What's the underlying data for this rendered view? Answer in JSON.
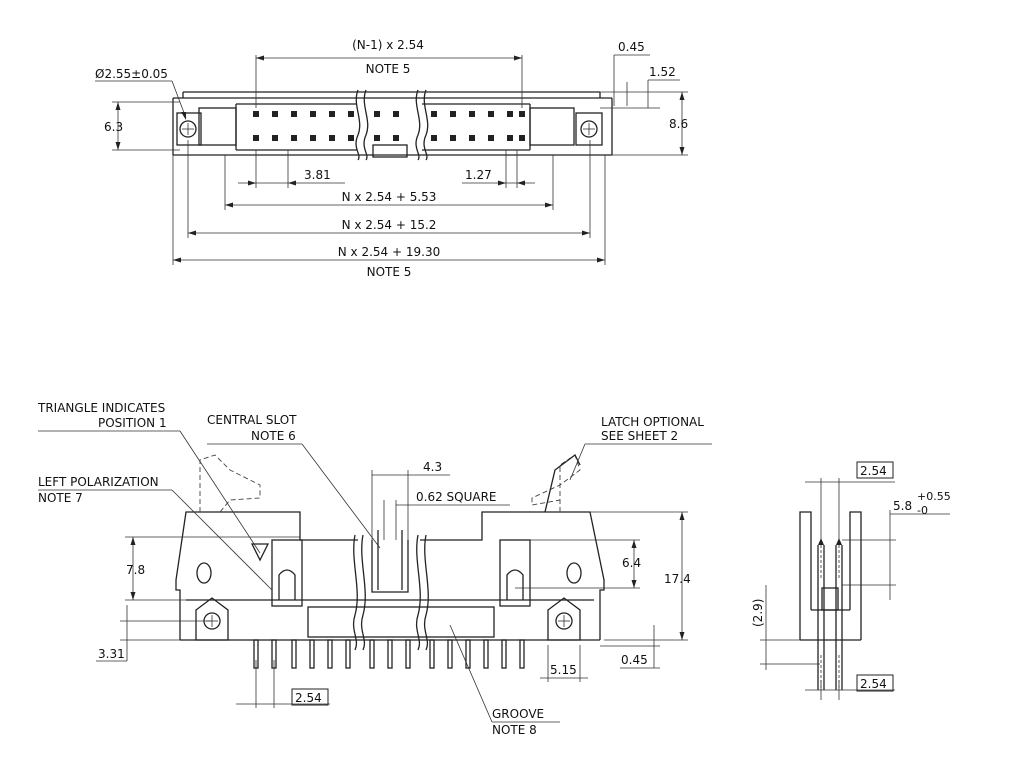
{
  "top_view": {
    "dims": {
      "pitch_span": "(N-1) x 2.54",
      "pitch_span_note": "NOTE 5",
      "hole_dia": "Ø2.55±0.05",
      "height_63": "6.3",
      "d045": "0.45",
      "d152": "1.52",
      "d86": "8.6",
      "d381": "3.81",
      "d127": "1.27",
      "len1": "N x 2.54 + 5.53",
      "len2": "N x 2.54 + 15.2",
      "len3": "N x 2.54 + 19.30",
      "len3_note": "NOTE 5"
    }
  },
  "front_view": {
    "callouts": {
      "triangle_1": "TRIANGLE INDICATES",
      "triangle_2": "POSITION 1",
      "slot_1": "CENTRAL SLOT",
      "slot_2": "NOTE 6",
      "latch_1": "LATCH OPTIONAL",
      "latch_2": "SEE SHEET 2",
      "polar_1": "LEFT POLARIZATION",
      "polar_2": "NOTE 7",
      "groove_1": "GROOVE",
      "groove_2": "NOTE 8"
    },
    "dims": {
      "d43": "4.3",
      "square": "0.62 SQUARE",
      "d78": "7.8",
      "d64": "6.4",
      "d174": "17.4",
      "d331": "3.31",
      "d254": "2.54",
      "d515": "5.15",
      "d045": "0.45"
    }
  },
  "side_view": {
    "dims": {
      "top254": "2.54",
      "d58": "5.8",
      "tol_plus": "+0.55",
      "tol_minus": "-0",
      "d29": "(2.9)",
      "bot254": "2.54"
    }
  }
}
